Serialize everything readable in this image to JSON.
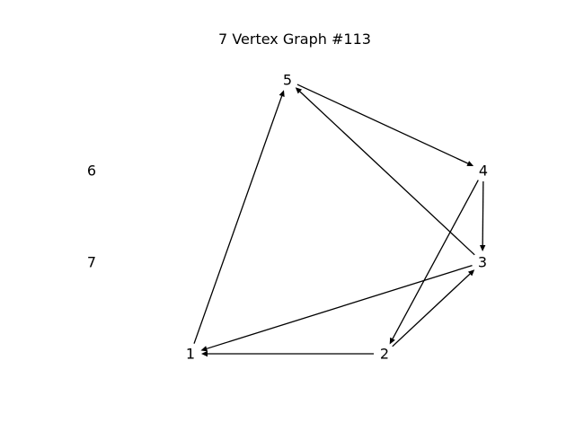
{
  "title": "7 Vertex Graph #113",
  "colors": {
    "background": "#ffffff",
    "edge": "#000000",
    "text": "#000000"
  },
  "nodes": [
    {
      "id": "1",
      "label": "1"
    },
    {
      "id": "2",
      "label": "2"
    },
    {
      "id": "3",
      "label": "3"
    },
    {
      "id": "4",
      "label": "4"
    },
    {
      "id": "5",
      "label": "5"
    },
    {
      "id": "6",
      "label": "6"
    },
    {
      "id": "7",
      "label": "7"
    }
  ],
  "edges": [
    {
      "from": "1",
      "to": "5"
    },
    {
      "from": "5",
      "to": "4"
    },
    {
      "from": "4",
      "to": "3"
    },
    {
      "from": "4",
      "to": "2"
    },
    {
      "from": "3",
      "to": "5"
    },
    {
      "from": "3",
      "to": "1"
    },
    {
      "from": "2",
      "to": "1"
    },
    {
      "from": "2",
      "to": "3"
    }
  ]
}
